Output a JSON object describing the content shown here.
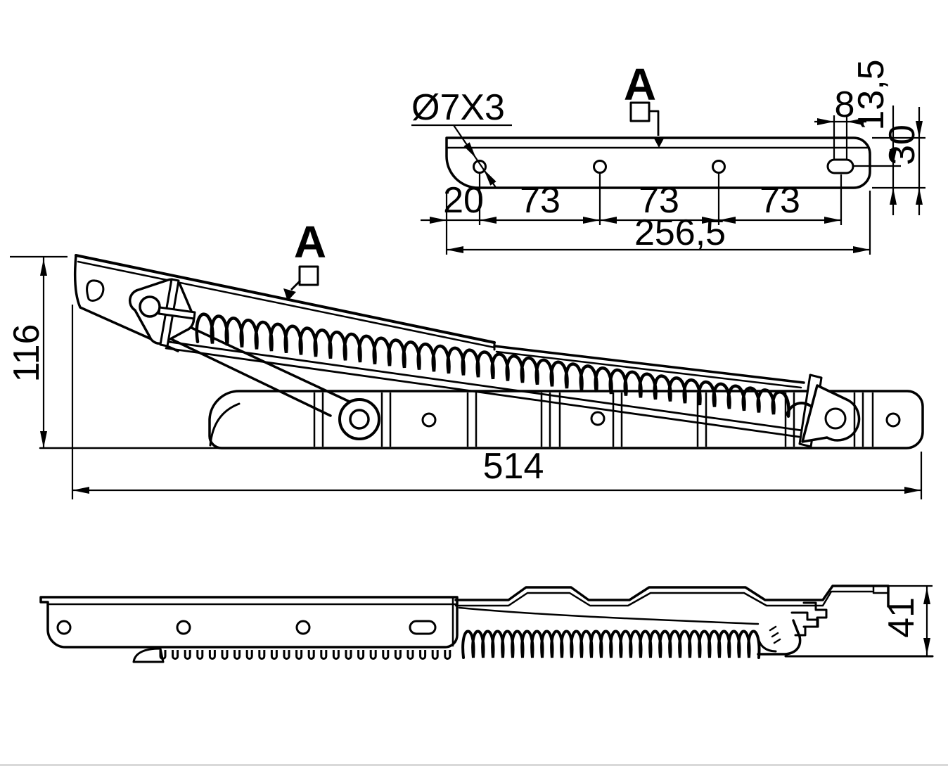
{
  "colors": {
    "line": "#000000",
    "background": "#ffffff",
    "border": "#d9d9d9"
  },
  "section_markers": {
    "top_view": "A",
    "side_view": "A"
  },
  "top_view": {
    "hole_callout": "Ø7X3",
    "dim_hole_offset": "20",
    "dim_spacing_1": "73",
    "dim_spacing_2": "73",
    "dim_spacing_3": "73",
    "dim_length": "256,5",
    "dim_slot_width": "8",
    "dim_slot_to_edge": "13,5",
    "dim_plate_width": "30"
  },
  "side_view": {
    "dim_height": "116",
    "dim_length": "514"
  },
  "bottom_view": {
    "dim_height": "41"
  }
}
